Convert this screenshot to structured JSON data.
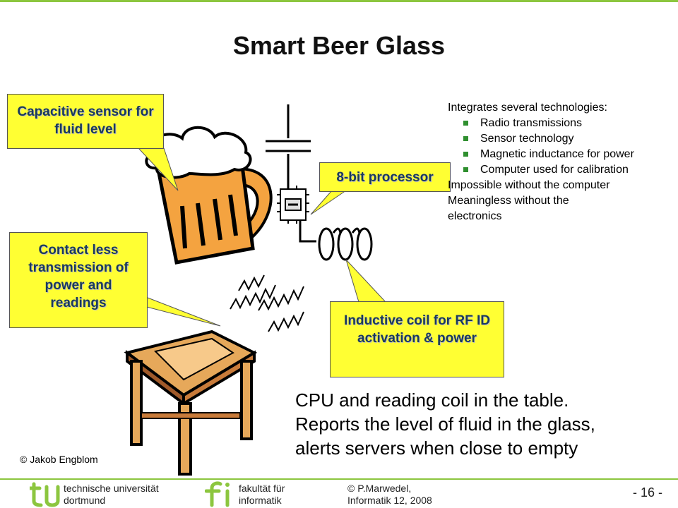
{
  "slide": {
    "title": "Smart Beer Glass"
  },
  "callouts": {
    "capacitive": "Capacitive sensor for fluid level",
    "processor": "8-bit processor",
    "contactless": "Contact less transmission of power and readings",
    "inductive": "Inductive coil for RF ID activation & power"
  },
  "info": {
    "heading": "Integrates several technologies:",
    "bullets": [
      "Radio transmissions",
      "Sensor technology",
      "Magnetic inductance for power",
      "Computer used for calibration"
    ],
    "line1": "Impossible without the computer",
    "line2": "Meaningless without the electronics"
  },
  "bottom": {
    "line1": "CPU and reading coil in the table.",
    "line2": "Reports the level of fluid in the glass,",
    "line3": "alerts servers when close to empty"
  },
  "copyright": "© Jakob Engblom",
  "footer": {
    "uni_line1": "technische universität",
    "uni_line2": "dortmund",
    "fak_line1": "fakultät für",
    "fak_line2": "informatik",
    "author_line1": "© P.Marwedel,",
    "author_line2": "Informatik 12,  2008",
    "page": "- 16 -"
  },
  "colors": {
    "accent_green": "#8cc63f",
    "callout_yellow": "#ffff33",
    "callout_text": "#1a3a5c"
  }
}
